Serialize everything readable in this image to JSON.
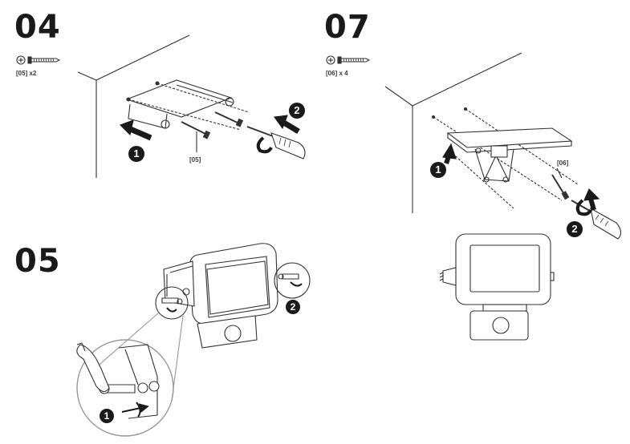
{
  "steps": {
    "s04": {
      "number": "04",
      "screw_label": "[05] x2",
      "callout": "[05]",
      "badge_1": "1",
      "badge_2": "2"
    },
    "s07": {
      "number": "07",
      "screw_label": "[06] x 4",
      "callout": "[06]",
      "badge_1": "1",
      "badge_2": "2"
    },
    "s05": {
      "number": "05",
      "badge_1": "1",
      "badge_2": "2"
    }
  },
  "colors": {
    "ink": "#1a1a1a",
    "line": "#333333",
    "screen_fill": "#ffffff"
  },
  "icons": [
    "screw-head-icon",
    "screw-icon",
    "screwdriver-icon",
    "wrench-icon",
    "push-arrow-icon",
    "rotate-arrow-icon"
  ]
}
